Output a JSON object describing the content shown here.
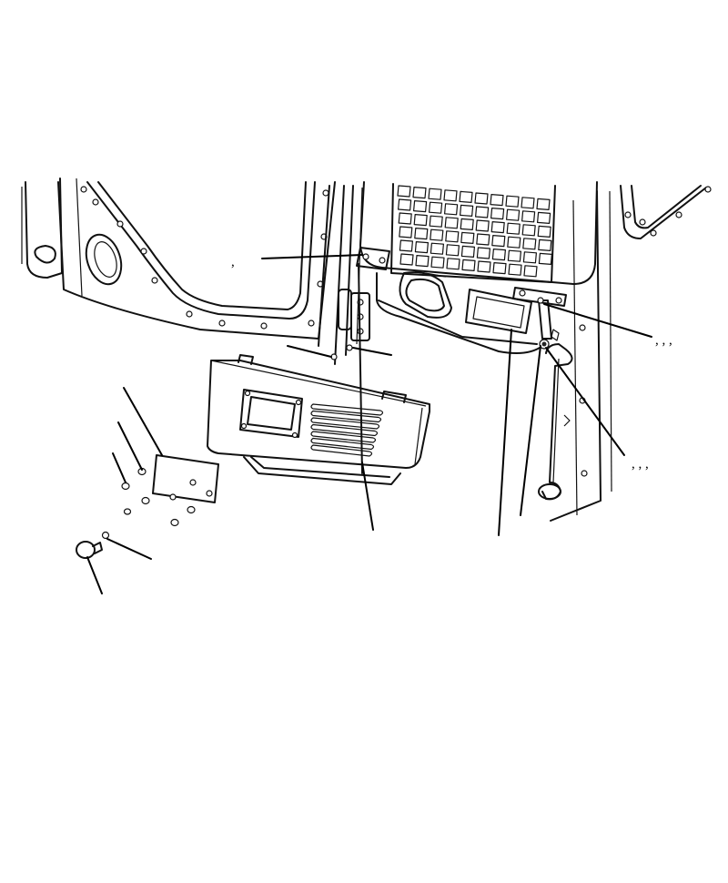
{
  "diagram": {
    "callouts": [
      {
        "id": "c1",
        "text": ","
      },
      {
        "id": "c2",
        "text": ",  ,  ,"
      },
      {
        "id": "c3",
        "text": ",  ,  ,"
      }
    ]
  }
}
